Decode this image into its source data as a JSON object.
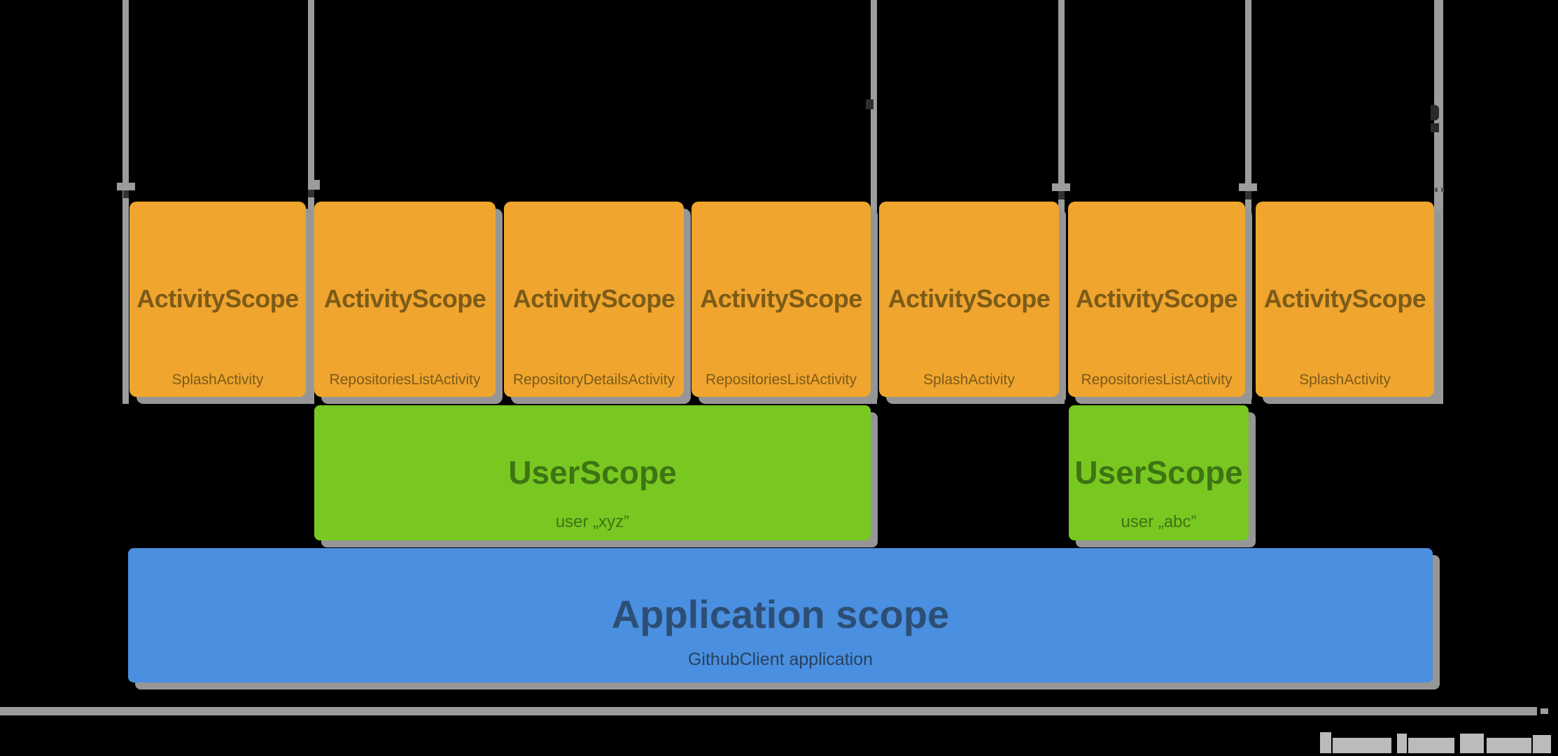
{
  "diagram": {
    "description": "Dependency-injection scopes lifetime diagram over a horizontal timeline",
    "activity_scopes": [
      {
        "title": "ActivityScope",
        "subtitle": "SplashActivity"
      },
      {
        "title": "ActivityScope",
        "subtitle": "RepositoriesListActivity"
      },
      {
        "title": "ActivityScope",
        "subtitle": "RepositoryDetailsActivity"
      },
      {
        "title": "ActivityScope",
        "subtitle": "RepositoriesListActivity"
      },
      {
        "title": "ActivityScope",
        "subtitle": "SplashActivity"
      },
      {
        "title": "ActivityScope",
        "subtitle": "RepositoriesListActivity"
      },
      {
        "title": "ActivityScope",
        "subtitle": "SplashActivity"
      }
    ],
    "user_scopes": [
      {
        "title": "UserScope",
        "subtitle": "user „xyz”"
      },
      {
        "title": "UserScope",
        "subtitle": "user „abc”"
      }
    ],
    "application_scope": {
      "title": "Application scope",
      "subtitle": "GithubClient application"
    },
    "colors": {
      "background": "#000000",
      "activity_fill": "#F0A52F",
      "activity_text": "#7C5B17",
      "user_fill": "#78C821",
      "user_text": "#3E7413",
      "application_fill": "#4A8FE0",
      "application_title_text": "#2D4E74",
      "application_subtitle_text": "#27425E",
      "lifeline_gray": "#9C9C9C",
      "shadow_gray": "#969696",
      "watermark_gray": "#BBBBB9"
    },
    "watermark": {
      "legible": false
    }
  }
}
